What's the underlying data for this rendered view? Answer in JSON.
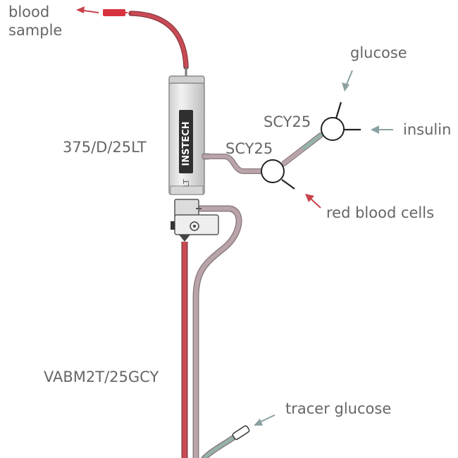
{
  "labels": {
    "blood_sample_line1": "blood",
    "blood_sample_line2": "sample",
    "glucose": "glucose",
    "insulin": "insulin",
    "red_blood_cells": "red blood cells",
    "tracer_glucose": "tracer glucose",
    "swivel_model": "375/D/25LT",
    "connector_upper": "SCY25",
    "connector_lower": "SCY25",
    "button_model": "VABM2T/25GCY"
  },
  "device": {
    "brand": "INSTECH",
    "model": "LT"
  },
  "colors": {
    "blood_line": "#c94a55",
    "blood_dark": "#d8333d",
    "infusion_line": "#b9a5a9",
    "infusion_outline": "#8c7c80",
    "fluid_green": "#96b3ab",
    "arrow_gray": "#8aa1a1",
    "arrow_red": "#c9434b",
    "text": "#666666",
    "body_gray": "#e5e5e5"
  },
  "icons": [
    "flow-arrow-icon",
    "y-connector-icon",
    "swivel-device-icon",
    "vascular-button-icon",
    "syringe-icon"
  ]
}
